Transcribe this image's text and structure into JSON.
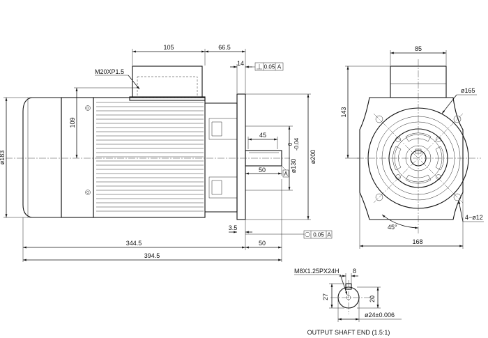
{
  "drawing": {
    "side_view": {
      "top_box_width": "105",
      "top_offset": "66.5",
      "flange_thickness": "14",
      "perp_tolerance": "0.05",
      "datum_ref": "A",
      "conduit_thread": "M20XP1.5",
      "terminal_height": "109",
      "body_diameter": "ø183",
      "key_length": "45",
      "shaft_length_inner": "50",
      "pilot_diameter": "ø130",
      "pilot_tolerance_upper": "0",
      "pilot_tolerance_lower": "-0.04",
      "flange_diameter": "ø200",
      "datum_label": "A",
      "spigot_depth": "3.5",
      "runout_tolerance": "0.05",
      "length_body": "344.5",
      "length_shaft": "50",
      "length_total": "394.5"
    },
    "front_view": {
      "box_width": "85",
      "center_height": "143",
      "pcd": "ø165",
      "hole_spec": "4−ø12",
      "angle": "45°",
      "flange_square": "168"
    },
    "shaft_detail": {
      "thread_spec": "M8X1.25PX24H",
      "key_width": "8",
      "key_height": "27",
      "inner_dim": "20",
      "shaft_diameter": "ø24±0.006",
      "caption": "OUTPUT SHAFT END (1.5:1)"
    }
  }
}
